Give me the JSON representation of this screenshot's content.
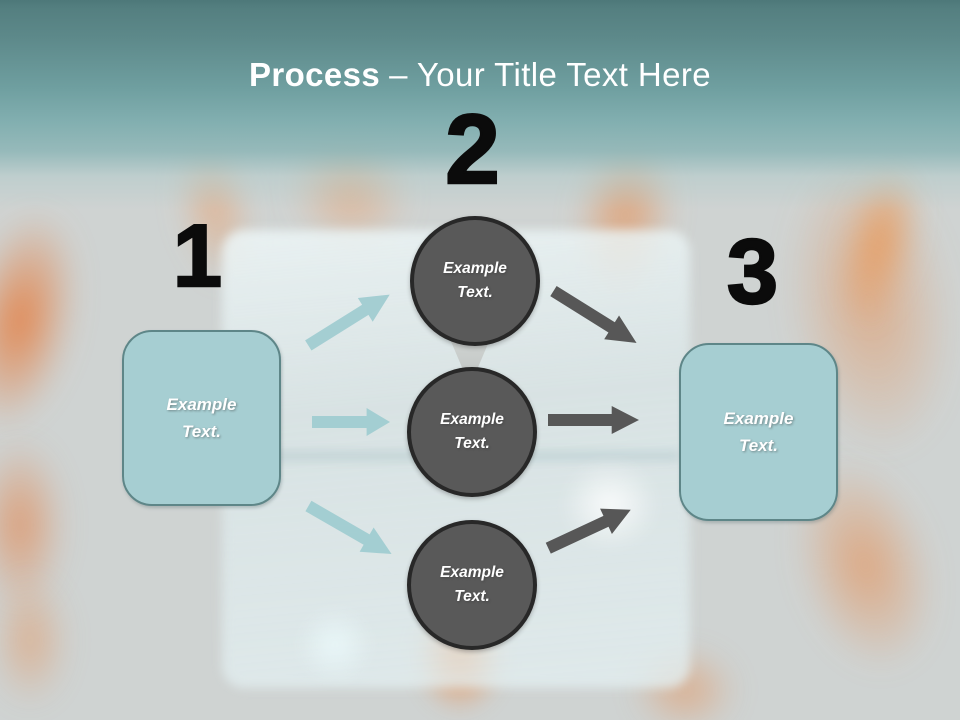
{
  "title": {
    "emphasis": "Process",
    "rest": "– Your Title Text Here"
  },
  "step_numbers": [
    "1",
    "2",
    "3"
  ],
  "shapes": {
    "left_box": {
      "line1": "Example",
      "line2": "Text."
    },
    "circle_top": {
      "line1": "Example",
      "line2": "Text."
    },
    "circle_middle": {
      "line1": "Example",
      "line2": "Text."
    },
    "circle_bottom": {
      "line1": "Example",
      "line2": "Text."
    },
    "right_box": {
      "line1": "Example",
      "line2": "Text."
    }
  },
  "colors": {
    "header_teal_dark": "#54807f",
    "header_teal_light": "#8ab5b6",
    "background_gray": "#cfd3d2",
    "flame_orange": "#e8834d",
    "box_fill": "#a6ced2",
    "box_border": "#5e8688",
    "circle_fill": "#595959",
    "circle_border": "#282828",
    "arrow_teal": "#a0ccd1",
    "arrow_gray": "#575757",
    "number_color": "#0b0b0b",
    "title_color": "#ffffff"
  }
}
